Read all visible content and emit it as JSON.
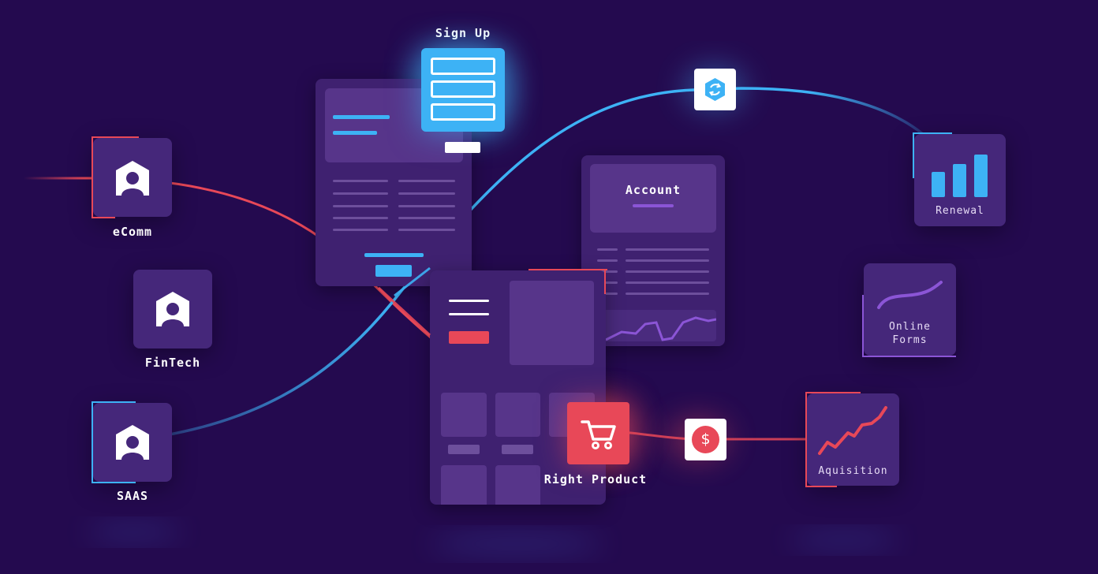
{
  "colors": {
    "background": "#240a4f",
    "card": "#3f2170",
    "accent_blue": "#3db2f5",
    "accent_red": "#e84858",
    "accent_purple": "#8b55d6"
  },
  "segments": [
    {
      "label": "eComm",
      "icon": "user-house-icon",
      "accent": "red"
    },
    {
      "label": "FinTech",
      "icon": "user-house-icon",
      "accent": "none"
    },
    {
      "label": "SAAS",
      "icon": "user-house-icon",
      "accent": "blue"
    }
  ],
  "stages": {
    "signup": {
      "label": "Sign Up",
      "icon": "form-icon"
    },
    "account": {
      "label": "Account"
    },
    "renewal": {
      "label": "Renewal",
      "icon": "bar-chart-icon"
    },
    "online_forms": {
      "label_line1": "Online",
      "label_line2": "Forms",
      "icon": "curve-icon"
    },
    "right_product": {
      "label": "Right Product",
      "icon": "cart-icon"
    },
    "acquisition": {
      "label": "Aquisition",
      "icon": "rising-line-icon"
    },
    "sync": {
      "icon": "sync-cube-icon"
    },
    "payment": {
      "icon": "dollar-icon"
    }
  }
}
